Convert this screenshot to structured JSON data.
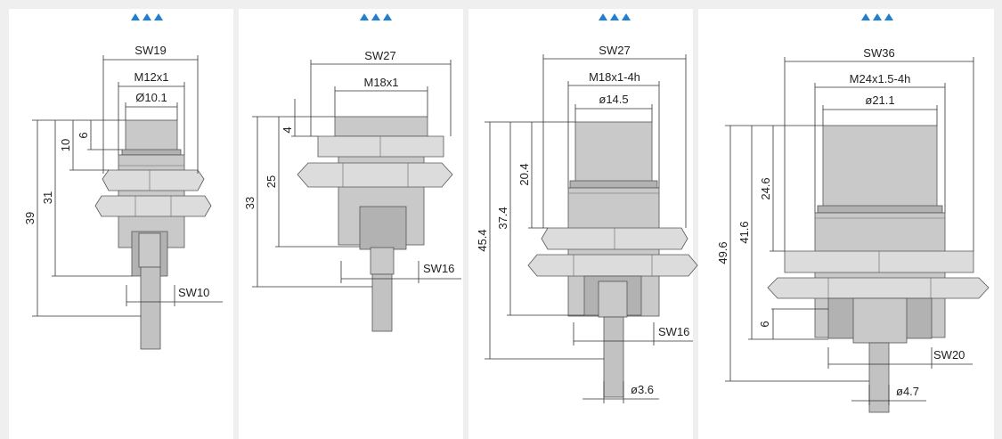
{
  "accent_color": "#1f7fd0",
  "panels": [
    {
      "top_dims": [
        "SW19",
        "M12x1",
        "Ø10.1"
      ],
      "side_dims": [
        "39",
        "31",
        "10",
        "6"
      ],
      "bottom_dims": [
        "SW10"
      ]
    },
    {
      "top_dims": [
        "SW27",
        "M18x1"
      ],
      "side_dims": [
        "33",
        "25",
        "4"
      ],
      "bottom_dims": [
        "SW16"
      ]
    },
    {
      "top_dims": [
        "SW27",
        "M18x1-4h",
        "ø14.5"
      ],
      "side_dims": [
        "45.4",
        "37.4",
        "20.4"
      ],
      "bottom_dims": [
        "SW16",
        "ø3.6"
      ]
    },
    {
      "top_dims": [
        "SW36",
        "M24x1.5-4h",
        "ø21.1"
      ],
      "side_dims": [
        "49.6",
        "41.6",
        "24.6",
        "6"
      ],
      "bottom_dims": [
        "SW20",
        "ø4.7"
      ]
    }
  ]
}
